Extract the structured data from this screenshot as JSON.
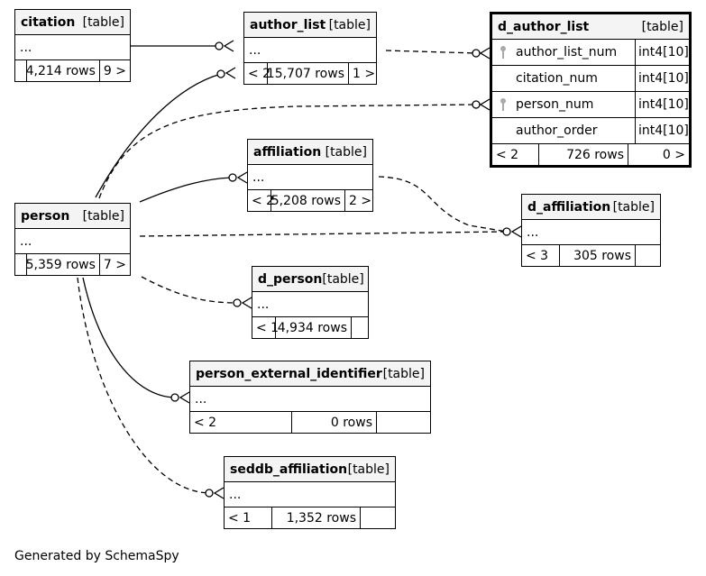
{
  "diagram": {
    "footer": "Generated by SchemaSpy",
    "ellipsis": "...",
    "type_label": "[table]",
    "tables": {
      "citation": {
        "name": "citation",
        "prev": "",
        "rows": "4,214 rows",
        "next": "9 >"
      },
      "author_list": {
        "name": "author_list",
        "prev": "< 2",
        "rows": "15,707 rows",
        "next": "1 >"
      },
      "affiliation": {
        "name": "affiliation",
        "prev": "< 2",
        "rows": "5,208 rows",
        "next": "2 >"
      },
      "person": {
        "name": "person",
        "prev": "",
        "rows": "5,359 rows",
        "next": "7 >"
      },
      "d_affiliation": {
        "name": "d_affiliation",
        "prev": "< 3",
        "rows": "305 rows",
        "next": ""
      },
      "d_person": {
        "name": "d_person",
        "prev": "< 1",
        "rows": "4,934 rows",
        "next": ""
      },
      "person_external_identifier": {
        "name": "person_external_identifier",
        "prev": "< 2",
        "rows": "0 rows",
        "next": ""
      },
      "seddb_affiliation": {
        "name": "seddb_affiliation",
        "prev": "< 1",
        "rows": "1,352 rows",
        "next": ""
      },
      "d_author_list": {
        "name": "d_author_list",
        "prev": "< 2",
        "rows": "726 rows",
        "next": "0 >",
        "columns": [
          {
            "name": "author_list_num",
            "type": "int4[10]",
            "key": true
          },
          {
            "name": "citation_num",
            "type": "int4[10]",
            "key": false
          },
          {
            "name": "person_num",
            "type": "int4[10]",
            "key": true
          },
          {
            "name": "author_order",
            "type": "int4[10]",
            "key": false
          }
        ]
      }
    }
  }
}
